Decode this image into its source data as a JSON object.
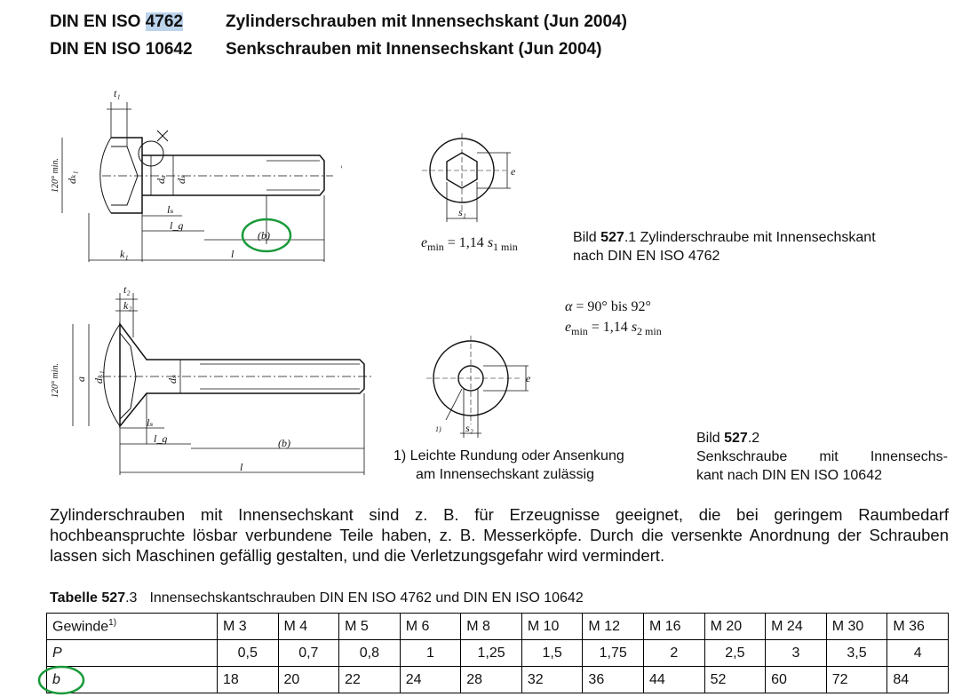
{
  "headers": [
    {
      "code_prefix": "DIN EN ISO ",
      "code_num": "4762",
      "title": "Zylinderschrauben mit Innensechskant (Jun 2004)"
    },
    {
      "code_prefix": "DIN EN ISO ",
      "code_num": "10642",
      "title": "Senkschrauben mit Innensechskant (Jun 2004)"
    }
  ],
  "figure1": {
    "dim_labels": {
      "t1": "t₁",
      "angle": "120° min.",
      "dk1": "dₖ₁",
      "da": "dₐ",
      "ds": "dₛ",
      "d": "d",
      "ls": "lₛ",
      "lg": "l_g",
      "b": "(b)",
      "k1": "k₁",
      "l": "l",
      "e": "e",
      "s1": "s₁"
    },
    "formula": {
      "lhs": "e",
      "lhs_sub": "min",
      "rhs": " = 1,14 ",
      "var": "s",
      "var_sub": "1 min"
    },
    "caption": {
      "prefix": "Bild ",
      "num": "527",
      "suffix": ".1  Zylinderschraube mit Innensechskant",
      "line2": "nach DIN EN ISO 4762"
    }
  },
  "figure2": {
    "dim_labels": {
      "t2": "t₂",
      "k2": "k₂",
      "angle": "120° min.",
      "a": "a",
      "dk1": "dₖ₁",
      "ds": "dₛ",
      "d": "d",
      "ls": "lₛ",
      "lg": "l_g",
      "b": "(b)",
      "l": "l",
      "e": "e",
      "s2": "s₂",
      "note_ref": "1)"
    },
    "formula1": {
      "var": "α",
      "rhs": " = 90° bis 92°"
    },
    "formula2": {
      "lhs": "e",
      "lhs_sub": "min",
      "rhs": " = 1,14 ",
      "var": "s",
      "var_sub": "2 min"
    },
    "caption": {
      "prefix": "Bild ",
      "num": "527",
      "suffix": ".2",
      "line2": "Senkschraube  mit  Innensechs-",
      "line3": "kant nach DIN EN ISO 10642"
    },
    "footnote": {
      "line1": "1)  Leichte Rundung oder Ansenkung",
      "line2": "am Innensechskant zulässig"
    }
  },
  "paragraph": "Zylinderschrauben mit Innensechskant sind z. B. für Erzeugnisse geeignet, die bei geringem Raumbedarf hochbeanspruchte lösbar verbundene Teile haben, z. B. Messerköpfe. Durch die versenkte Anordnung der Schrauben lassen sich Maschinen gefällig gestalten, und die Verletzungsgefahr wird vermindert.",
  "table": {
    "caption_prefix": "Tabelle ",
    "caption_num": "527",
    "caption_suffix": ".3",
    "caption_title": "Innensechskantschrauben DIN EN ISO 4762 und DIN EN ISO 10642",
    "row_header_label": "Gewinde",
    "row_header_sup": "1)",
    "columns": [
      "M 3",
      "M 4",
      "M 5",
      "M 6",
      "M 8",
      "M 10",
      "M 12",
      "M 16",
      "M 20",
      "M 24",
      "M 30",
      "M 36"
    ],
    "rows": [
      {
        "label": "P",
        "values": [
          "0,5",
          "0,7",
          "0,8",
          "1",
          "1,25",
          "1,5",
          "1,75",
          "2",
          "2,5",
          "3",
          "3,5",
          "4"
        ]
      },
      {
        "label": "b",
        "values": [
          "18",
          "20",
          "22",
          "24",
          "28",
          "32",
          "36",
          "44",
          "52",
          "60",
          "72",
          "84"
        ]
      }
    ]
  },
  "colors": {
    "annotation": "#1a9a3a",
    "highlight": "#bcd3ec"
  }
}
